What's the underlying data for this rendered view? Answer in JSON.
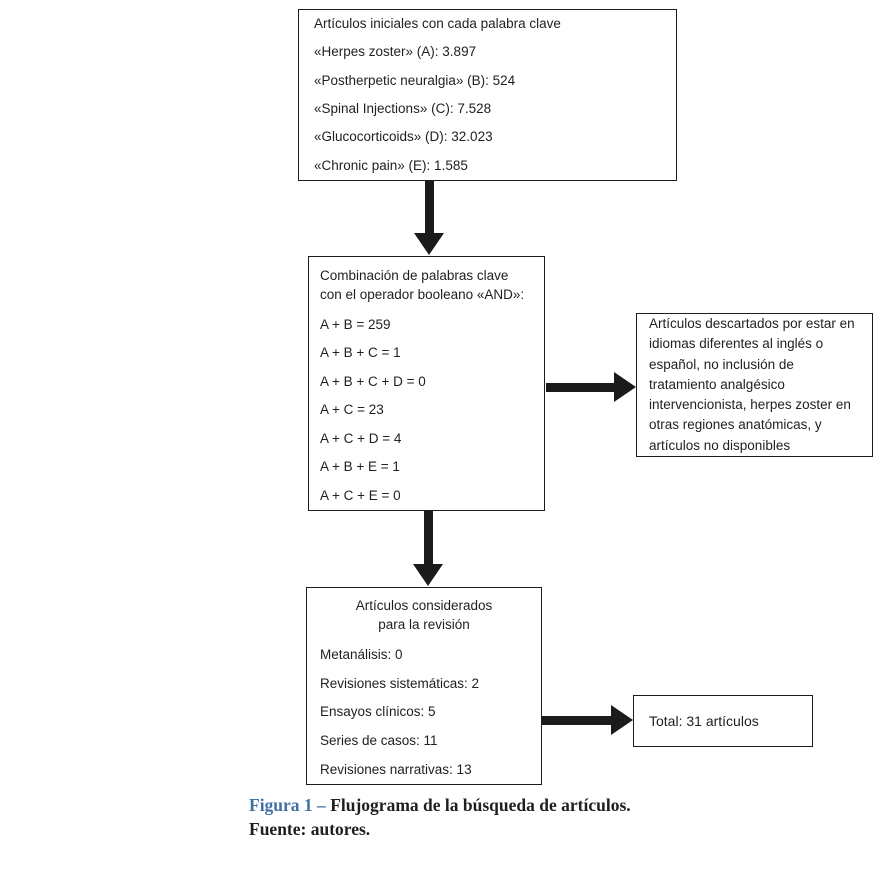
{
  "figure": {
    "initial_box": {
      "title": "Artículos iniciales con cada palabra clave",
      "items": [
        "«Herpes zoster» (A): 3.897",
        "«Postherpetic neuralgia» (B): 524",
        "«Spinal Injections» (C): 7.528",
        "«Glucocorticoids» (D): 32.023",
        "«Chronic pain» (E): 1.585"
      ]
    },
    "combination_box": {
      "title": "Combinación de palabras clave con el operador booleano «AND»:",
      "items": [
        "A + B = 259",
        "A + B + C = 1",
        "A + B + C + D = 0",
        "A + C = 23",
        "A + C + D = 4",
        "A + B + E = 1",
        "A + C + E = 0"
      ]
    },
    "discarded_box": {
      "text": "Artículos descartados por estar en idiomas diferentes al inglés o español, no inclusión de tratamiento analgésico intervencionista, herpes zoster en otras regiones anatómicas, y artículos no disponibles"
    },
    "considered_box": {
      "title": "Artículos considerados para la revisión",
      "items": [
        "Metanálisis: 0",
        "Revisiones sistemáticas: 2",
        "Ensayos clínicos: 5",
        "Series de casos: 11",
        "Revisiones narrativas: 13"
      ]
    },
    "total_box": {
      "text": "Total: 31 artículos"
    },
    "caption": {
      "label": "Figura 1 – ",
      "title": "Flujograma de la búsqueda de artículos.",
      "source": "Fuente: autores."
    },
    "colors": {
      "caption_label_blue": "#416fa5",
      "text": "#1f1f1f",
      "line": "#1b1b1b",
      "background": "#ffffff"
    }
  }
}
